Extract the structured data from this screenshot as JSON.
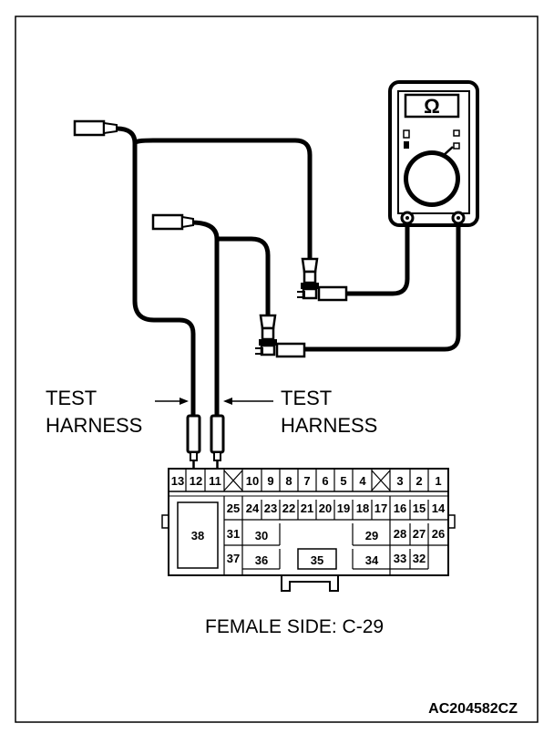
{
  "meter": {
    "display": "Ω"
  },
  "labels": {
    "test_harness_left_1": "TEST",
    "test_harness_left_2": "HARNESS",
    "test_harness_right_1": "TEST",
    "test_harness_right_2": "HARNESS",
    "connector_caption": "FEMALE SIDE: C-29",
    "figure_id": "AC204582CZ"
  },
  "connector": {
    "row1": [
      "13",
      "12",
      "11",
      "10",
      "9",
      "8",
      "7",
      "6",
      "5",
      "4",
      "3",
      "2",
      "1"
    ],
    "row2": [
      "25",
      "24",
      "23",
      "22",
      "21",
      "20",
      "19",
      "18",
      "17",
      "16",
      "15",
      "14"
    ],
    "row3": [
      "38",
      "31",
      "30",
      "29",
      "28",
      "27",
      "26"
    ],
    "row4": [
      "37",
      "36",
      "35",
      "34",
      "33",
      "32"
    ]
  }
}
